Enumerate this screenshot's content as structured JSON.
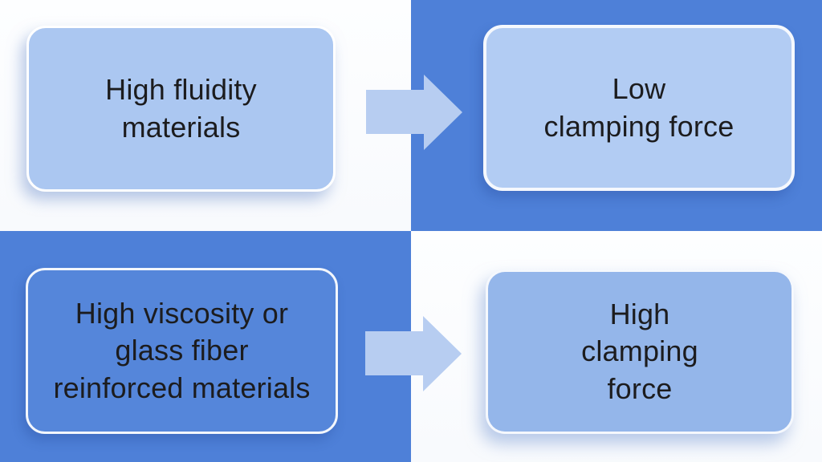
{
  "diagram": {
    "type": "flow-comparison",
    "rows": [
      {
        "source": {
          "text": "High fluidity\nmaterials"
        },
        "result": {
          "text": "Low\nclamping force"
        }
      },
      {
        "source": {
          "text": "High viscosity or\nglass fiber\nreinforced materials"
        },
        "result": {
          "text": "High\nclamping\nforce"
        }
      }
    ],
    "colors": {
      "quadrant_blue": "#4e80d8",
      "quadrant_white": "#fdfeff",
      "box_light_blue_top_left": "#abc7f1",
      "box_light_blue_top_right": "#b2ccf3",
      "box_medium_blue_bottom_left": "#5586da",
      "box_medium_blue_bottom_right": "#94b6ea",
      "box_border": "#ffffff",
      "arrow": "#b7cdf1",
      "text": "#1c1c1e"
    }
  }
}
